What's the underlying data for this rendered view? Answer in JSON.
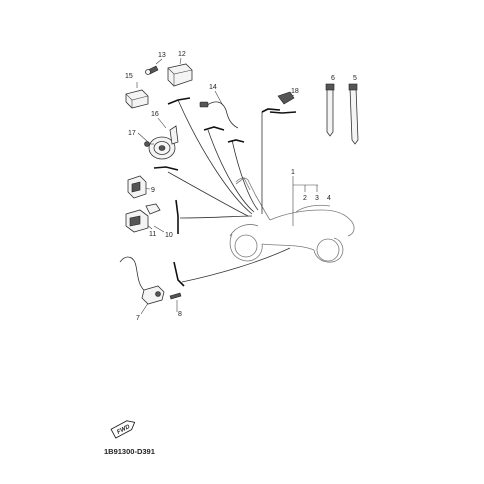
{
  "callouts": {
    "c1": "1",
    "c2": "2",
    "c3": "3",
    "c4": "4",
    "c5": "5",
    "c6": "6",
    "c7": "7",
    "c8": "8",
    "c9": "9",
    "c10": "10",
    "c11": "11",
    "c12": "12",
    "c13": "13",
    "c14": "14",
    "c15": "15",
    "c16": "16",
    "c17": "17",
    "c18": "18"
  },
  "fwd_badge": "FWD",
  "diagram_code": "1B91300-D391"
}
